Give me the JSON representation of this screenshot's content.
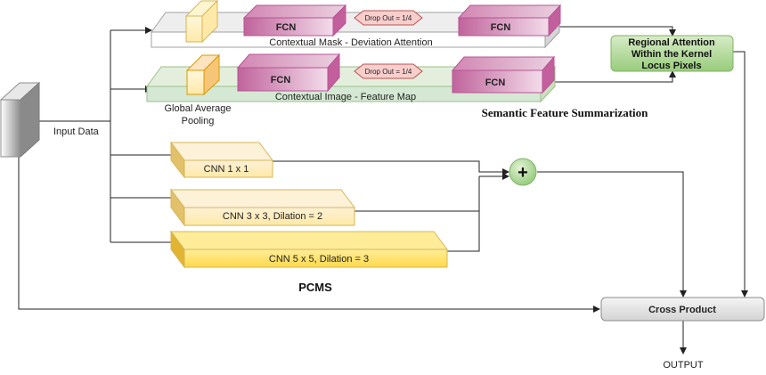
{
  "input": {
    "label": "Input Data"
  },
  "semantic": {
    "mask_stream_label": "Contextual Mask - Deviation Attention",
    "image_stream_label": "Contextual Image - Feature Map",
    "fcn_label": "FCN",
    "dropout_label": "Drop Out = 1/4",
    "gap_label_line1": "Global Average",
    "gap_label_line2": "Pooling",
    "title": "Semantic Feature Summarization",
    "regional_line1": "Regional Attention",
    "regional_line2": "Within the Kernel",
    "regional_line3": "Locus Pixels"
  },
  "pcms": {
    "title": "PCMS",
    "cnn1": "CNN 1 x 1",
    "cnn3": "CNN 3 x 3, Dilation = 2",
    "cnn5": "CNN 5 x 5, Dilation = 3",
    "add_symbol": "+"
  },
  "cross_product": {
    "label": "Cross Product"
  },
  "output": {
    "label": "OUTPUT"
  },
  "colors": {
    "fcn_front": "#c36a9f",
    "fcn_top": "#d993bd",
    "cnn_light": "#fbe7c4",
    "cnn_bright": "#ffd966",
    "green_box": "#a9d18e",
    "gray_box": "#e6e6e6"
  }
}
